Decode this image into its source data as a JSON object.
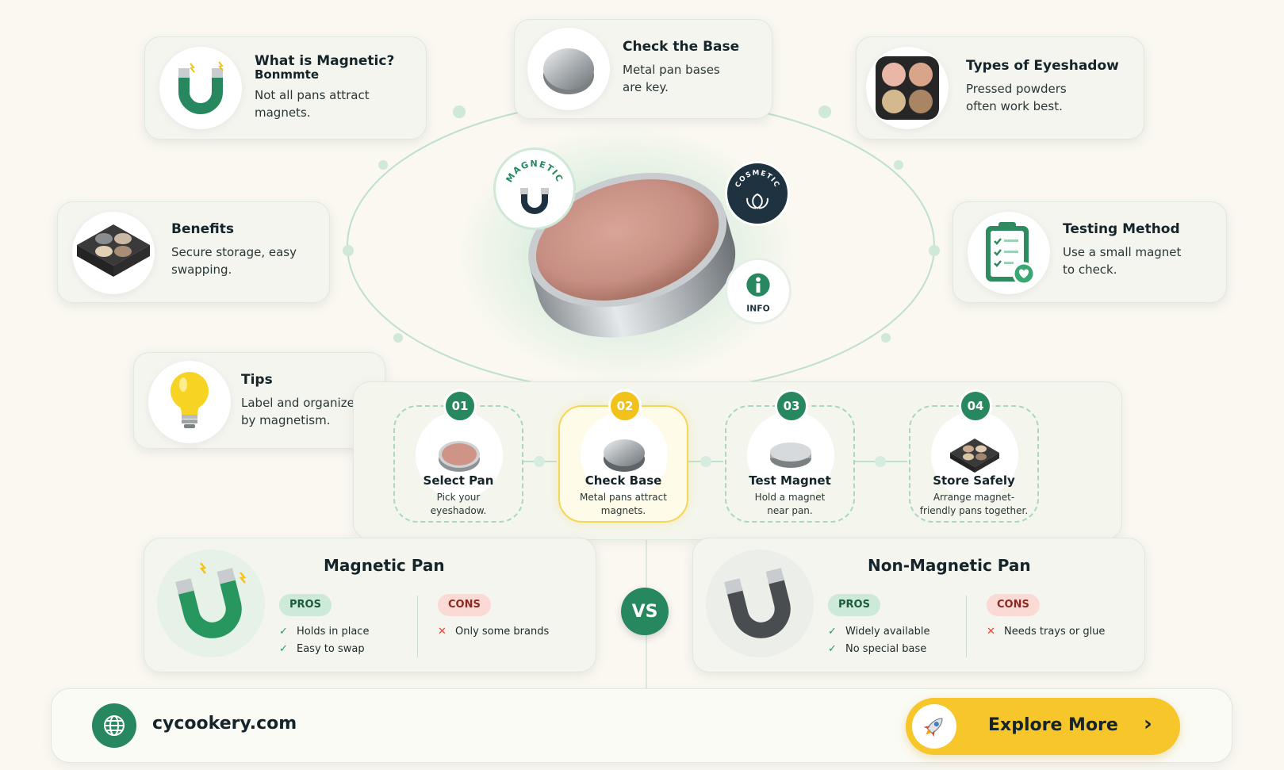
{
  "cards": {
    "what_is": {
      "title": "What is Magnetic?",
      "title_overlap": "Bonmmte",
      "desc": "Not all pans attract magnets."
    },
    "check_base": {
      "title": "Check the Base",
      "desc": "Metal pan bases are key."
    },
    "types": {
      "title": "Types of Eyeshadow",
      "desc": "Pressed powders often work best."
    },
    "benefits": {
      "title": "Benefits",
      "desc": "Secure storage, easy swapping."
    },
    "testing": {
      "title": "Testing Method",
      "desc": "Use a small magnet to check."
    },
    "tips": {
      "title": "Tips",
      "desc": "Label and organize by magnetism."
    }
  },
  "hero": {
    "badge_magnetic": "MAGNETIC",
    "badge_cosmetic": "COSMETIC",
    "badge_info": "INFO"
  },
  "steps": [
    {
      "num": "01",
      "title": "Select Pan",
      "desc": "Pick your eyeshadow."
    },
    {
      "num": "02",
      "title": "Check Base",
      "desc": "Metal pans attract magnets."
    },
    {
      "num": "03",
      "title": "Test Magnet",
      "desc": "Hold a magnet near pan."
    },
    {
      "num": "04",
      "title": "Store Safely",
      "desc": "Arrange magnet-friendly pans together."
    }
  ],
  "compare": {
    "vs": "VS",
    "magnetic": {
      "title": "Magnetic Pan",
      "pros_label": "PROS",
      "cons_label": "CONS",
      "pros": [
        "Holds in place",
        "Easy to swap"
      ],
      "cons": [
        "Only some brands"
      ]
    },
    "non_magnetic": {
      "title": "Non-Magnetic Pan",
      "pros_label": "PROS",
      "cons_label": "CONS",
      "pros": [
        "Widely available",
        "No special base"
      ],
      "cons": [
        "Needs trays or glue"
      ]
    }
  },
  "footer": {
    "site": "cycookery.com",
    "button": "Explore More",
    "chevron": "›"
  },
  "colors": {
    "brand_green": "#27875e",
    "accent_yellow": "#f6c62a",
    "background": "#faf8f1"
  },
  "icons": {
    "what_is": "horseshoe-magnet-icon",
    "check_base": "metal-pan-icon",
    "types": "eyeshadow-palette-icon",
    "benefits": "dark-palette-icon",
    "testing": "clipboard-check-icon",
    "tips": "lightbulb-icon",
    "footer_globe": "globe-icon",
    "footer_button": "rocket-icon"
  }
}
